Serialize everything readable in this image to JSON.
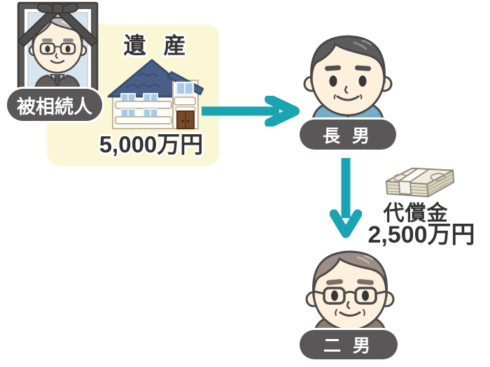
{
  "diagram": {
    "kind": "inheritance-compensation-diagram",
    "colors": {
      "arrow_teal": "#1aa3b1",
      "label_pill_gray": "#595757",
      "estate_box_yellow": "#fbf7d6",
      "text_dark": "#333333",
      "text_white": "#ffffff"
    }
  },
  "decedent": {
    "label": "被相続人",
    "icon": "memorial-portrait-icon"
  },
  "estate": {
    "title": "遺 産",
    "amount": "5,000万円",
    "icon": "house-icon"
  },
  "eldest_son": {
    "label": "長 男",
    "icon": "man-icon"
  },
  "second_son": {
    "label": "二 男",
    "icon": "older-man-glasses-icon"
  },
  "compensation": {
    "label": "代償金",
    "amount": "2,500万円",
    "icon": "money-stack-icon"
  }
}
